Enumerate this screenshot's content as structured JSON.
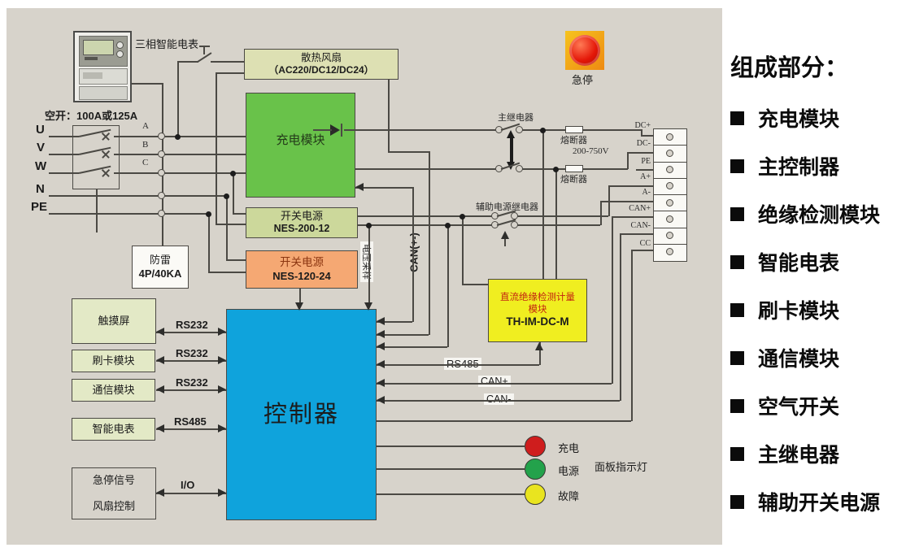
{
  "legend": {
    "title": "组成部分：",
    "items": [
      "充电模块",
      "主控制器",
      "绝缘检测模块",
      "智能电表",
      "刷卡模块",
      "通信模块",
      "空气开关",
      "主继电器",
      "辅助开关电源"
    ]
  },
  "blocks": {
    "fan": {
      "l1": "散热风扇",
      "l2": "（AC220/DC12/DC24）"
    },
    "charger": {
      "l1": "充电模块"
    },
    "psu1": {
      "l1": "开关电源",
      "l2": "NES-200-12"
    },
    "psu2": {
      "l1": "开关电源",
      "l2": "NES-120-24"
    },
    "controller": {
      "l1": "控制器"
    },
    "insulation": {
      "l1": "直流绝缘检测计量",
      "l2": "模块",
      "l3": "TH-IM-DC-M"
    },
    "lightning": {
      "l1": "防雷",
      "l2": "4P/40KA"
    },
    "touchscreen": {
      "l1": "触摸屏"
    },
    "card_reader": {
      "l1": "刷卡模块"
    },
    "comm": {
      "l1": "通信模块"
    },
    "smart_meter": {
      "l1": "智能电表"
    },
    "estop_fan": {
      "l1": "急停信号",
      "l2": "风扇控制"
    }
  },
  "labels": {
    "meter": "三相智能电表",
    "breaker": "空开：100A或125A",
    "phases": [
      "U",
      "V",
      "W",
      "N",
      "PE"
    ],
    "phases_out": [
      "A",
      "B",
      "C"
    ],
    "main_relay": "主继电器",
    "aux_relay": "辅助电源继电器",
    "fuse_top": "熔断器",
    "fuse_bottom": "熔断器",
    "fuse_range": "200-750V",
    "voltage_sample": "电压采样",
    "can_bus": "CAN(+-)",
    "rs485_line": "RS485",
    "can_plus": "CAN+",
    "can_minus": "CAN-",
    "estop": "急停",
    "panel_lights": "面板指示灯"
  },
  "leds": [
    {
      "label": "充电",
      "color": "#cf1d1d"
    },
    {
      "label": "电源",
      "color": "#23a24b"
    },
    {
      "label": "故障",
      "color": "#e9e41f"
    }
  ],
  "links": [
    "RS232",
    "RS232",
    "RS232",
    "RS485",
    "I/O"
  ],
  "terminals": [
    "DC+",
    "DC-",
    "PE",
    "A+",
    "A-",
    "CAN+",
    "CAN-",
    "CC"
  ],
  "colors": {
    "panel_bg": "#d7d3cb",
    "charger": "#69c24a",
    "controller": "#0fa3dc",
    "psu1": "#ccd89b",
    "psu2": "#f5a873",
    "fan_box": "#dde0b3",
    "module_box": "#e3e9c6",
    "insulation": "#f0ee20",
    "wire": "#4b4944"
  }
}
